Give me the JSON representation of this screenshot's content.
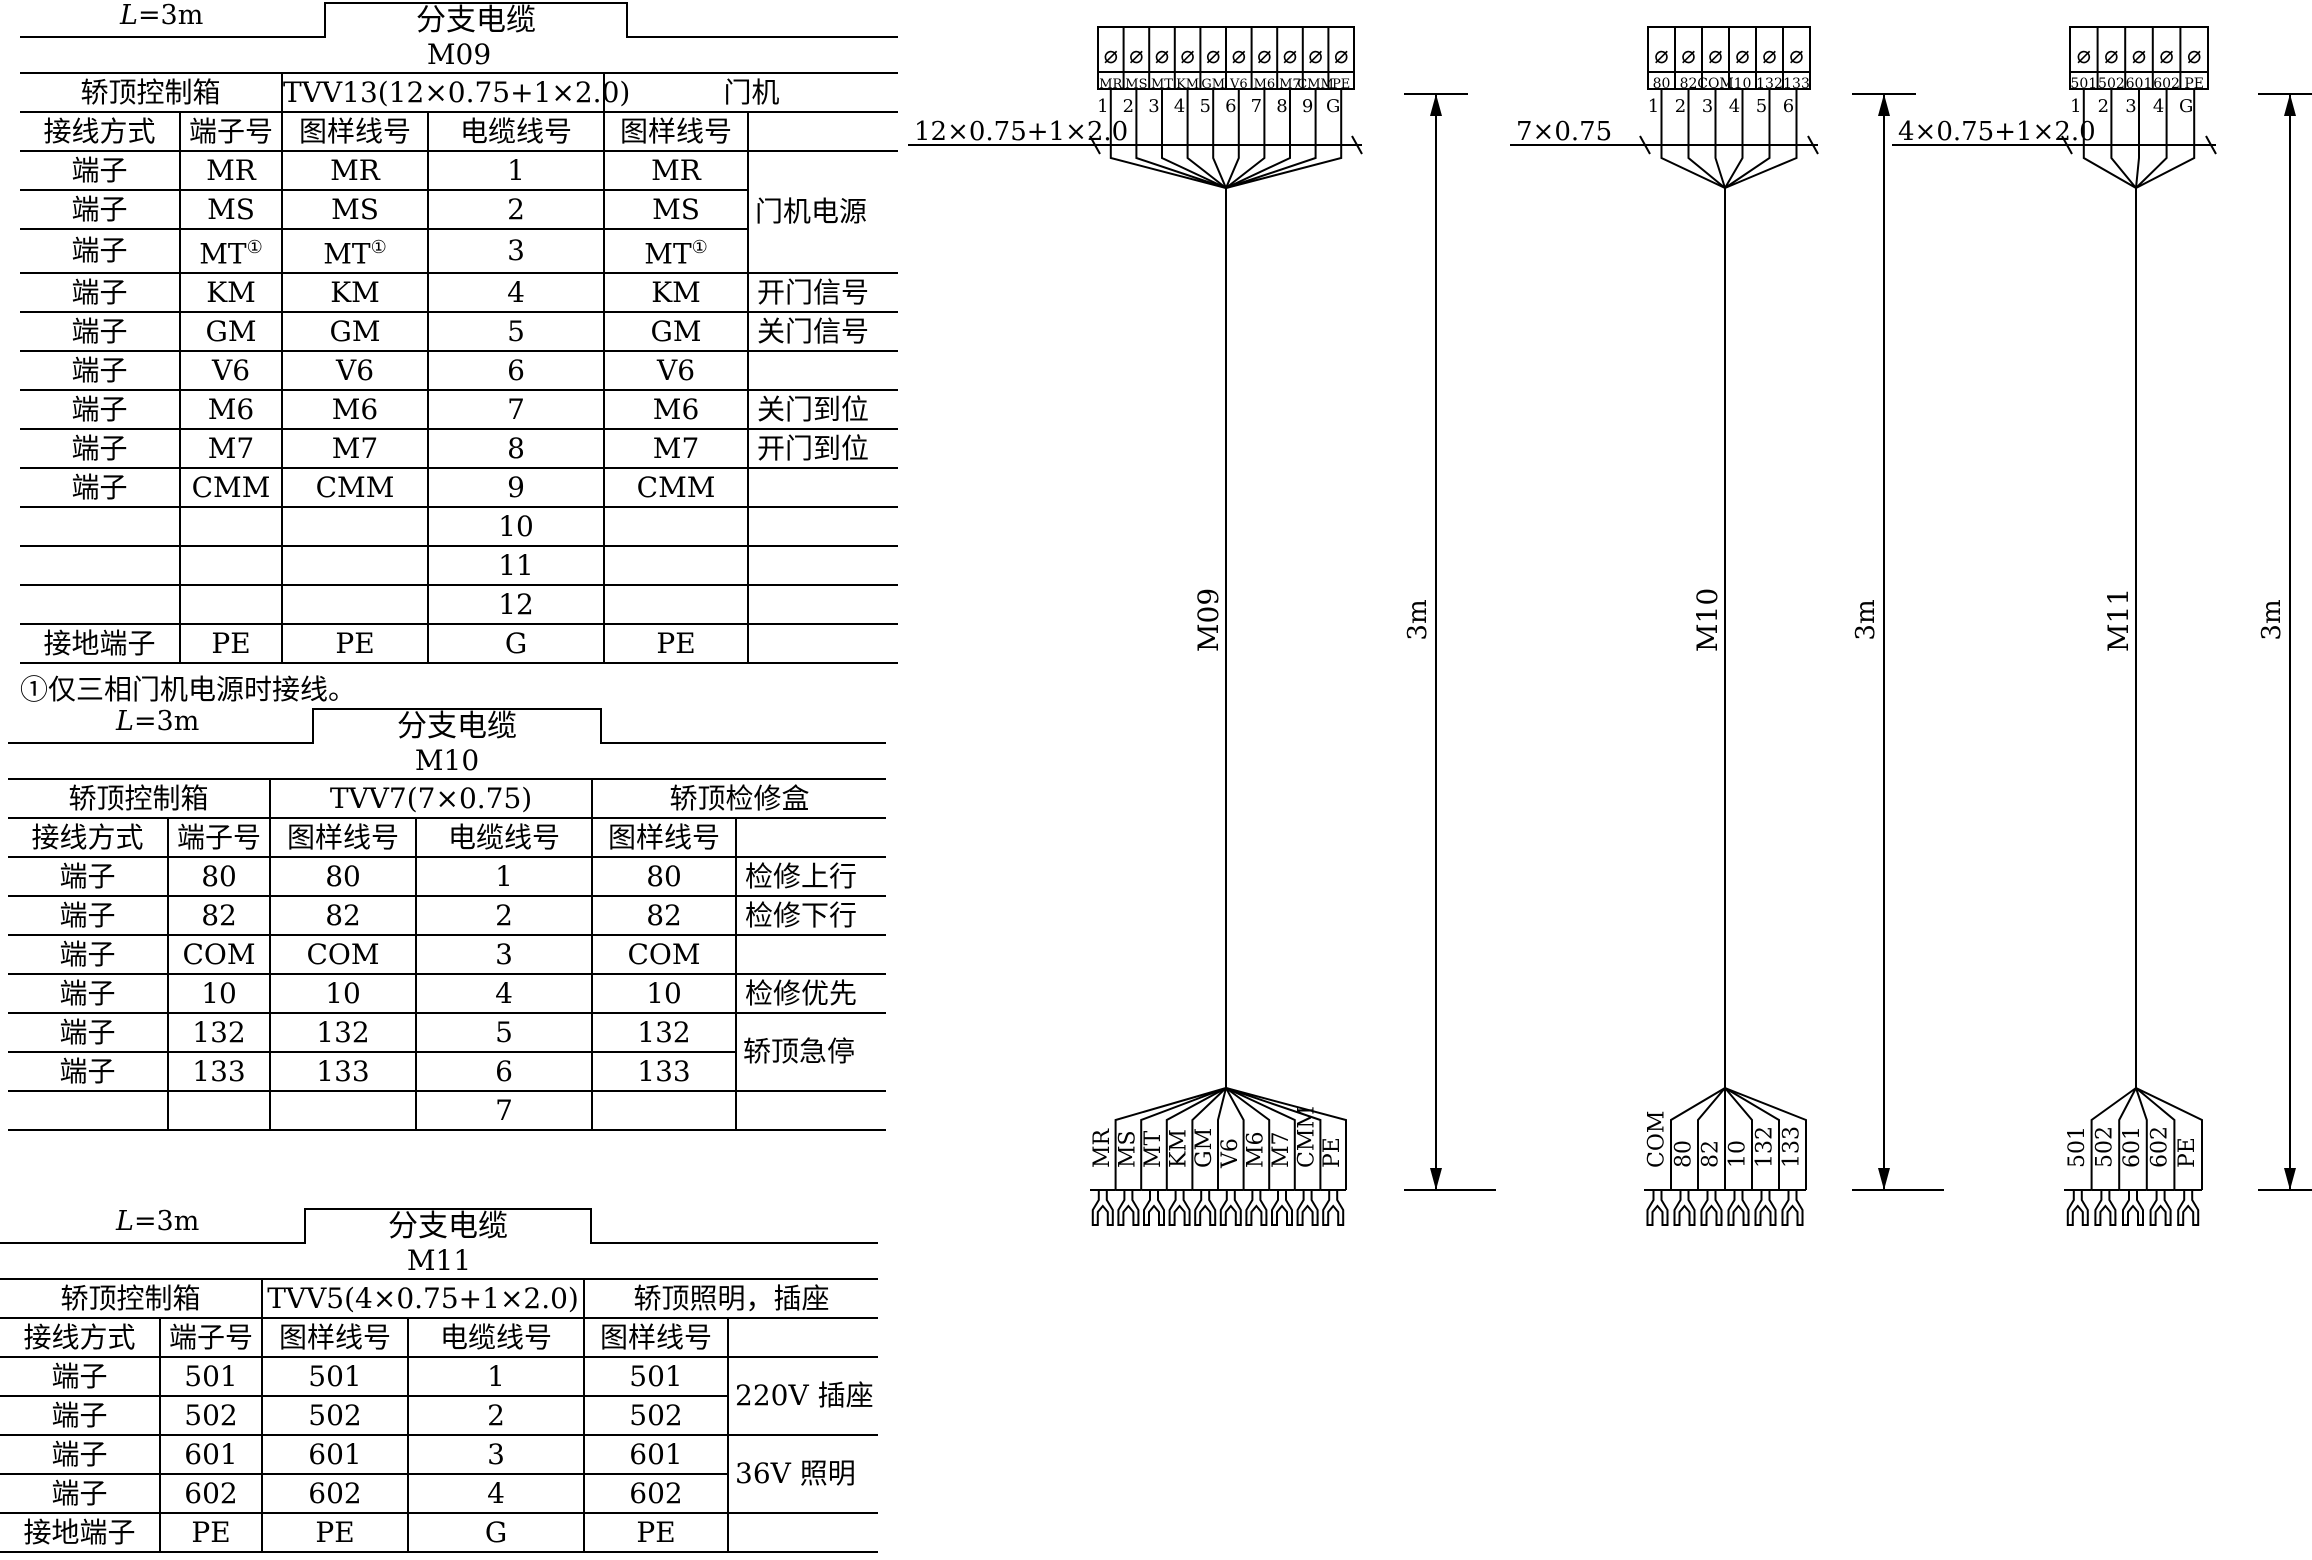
{
  "common": {
    "length_label": "L",
    "length_value": "=3m",
    "tab_title": "分支电缆",
    "col_method": "接线方式",
    "col_terminal": "端子号",
    "col_drawing": "图样线号",
    "col_cable": "电缆线号",
    "col_drawing2": "图样线号"
  },
  "m09": {
    "id": "M09",
    "left_group": "轿顶控制箱",
    "cable_spec": "TVV13(12×0.75+1×2.0)",
    "right_group": "门机",
    "rows": [
      {
        "method": "端子",
        "terminal": "MR",
        "drawing": "MR",
        "cable": "1",
        "drawing2": "MR",
        "func": ""
      },
      {
        "method": "端子",
        "terminal": "MS",
        "drawing": "MS",
        "cable": "2",
        "drawing2": "MS",
        "func": "门机电源"
      },
      {
        "method": "端子",
        "terminal": "MT",
        "drawing": "MT",
        "cable": "3",
        "drawing2": "MT",
        "func": ""
      },
      {
        "method": "端子",
        "terminal": "KM",
        "drawing": "KM",
        "cable": "4",
        "drawing2": "KM",
        "func": "开门信号"
      },
      {
        "method": "端子",
        "terminal": "GM",
        "drawing": "GM",
        "cable": "5",
        "drawing2": "GM",
        "func": "关门信号"
      },
      {
        "method": "端子",
        "terminal": "V6",
        "drawing": "V6",
        "cable": "6",
        "drawing2": "V6",
        "func": ""
      },
      {
        "method": "端子",
        "terminal": "M6",
        "drawing": "M6",
        "cable": "7",
        "drawing2": "M6",
        "func": "关门到位"
      },
      {
        "method": "端子",
        "terminal": "M7",
        "drawing": "M7",
        "cable": "8",
        "drawing2": "M7",
        "func": "开门到位"
      },
      {
        "method": "端子",
        "terminal": "CMM",
        "drawing": "CMM",
        "cable": "9",
        "drawing2": "CMM",
        "func": ""
      },
      {
        "method": "",
        "terminal": "",
        "drawing": "",
        "cable": "10",
        "drawing2": "",
        "func": ""
      },
      {
        "method": "",
        "terminal": "",
        "drawing": "",
        "cable": "11",
        "drawing2": "",
        "func": ""
      },
      {
        "method": "",
        "terminal": "",
        "drawing": "",
        "cable": "12",
        "drawing2": "",
        "func": ""
      },
      {
        "method": "接地端子",
        "terminal": "PE",
        "drawing": "PE",
        "cable": "G",
        "drawing2": "PE",
        "func": ""
      }
    ],
    "footnote_mark": "①",
    "footnote": "①仅三相门机电源时接线。"
  },
  "m10": {
    "id": "M10",
    "left_group": "轿顶控制箱",
    "cable_spec": "TVV7(7×0.75)",
    "right_group": "轿顶检修盒",
    "rows": [
      {
        "method": "端子",
        "terminal": "80",
        "drawing": "80",
        "cable": "1",
        "drawing2": "80"
      },
      {
        "method": "端子",
        "terminal": "82",
        "drawing": "82",
        "cable": "2",
        "drawing2": "82"
      },
      {
        "method": "端子",
        "terminal": "COM",
        "drawing": "COM",
        "cable": "3",
        "drawing2": "COM"
      },
      {
        "method": "端子",
        "terminal": "10",
        "drawing": "10",
        "cable": "4",
        "drawing2": "10"
      },
      {
        "method": "端子",
        "terminal": "132",
        "drawing": "132",
        "cable": "5",
        "drawing2": "132"
      },
      {
        "method": "端子",
        "terminal": "133",
        "drawing": "133",
        "cable": "6",
        "drawing2": "133"
      },
      {
        "method": "",
        "terminal": "",
        "drawing": "",
        "cable": "7",
        "drawing2": ""
      }
    ],
    "funcs": [
      "检修上行",
      "检修下行",
      "检修优先",
      "轿顶急停"
    ]
  },
  "m11": {
    "id": "M11",
    "left_group": "轿顶控制箱",
    "cable_spec": "TVV5(4×0.75+1×2.0)",
    "right_group": "轿顶照明，插座",
    "rows": [
      {
        "method": "端子",
        "terminal": "501",
        "drawing": "501",
        "cable": "1",
        "drawing2": "501"
      },
      {
        "method": "端子",
        "terminal": "502",
        "drawing": "502",
        "cable": "2",
        "drawing2": "502"
      },
      {
        "method": "端子",
        "terminal": "601",
        "drawing": "601",
        "cable": "3",
        "drawing2": "601"
      },
      {
        "method": "端子",
        "terminal": "602",
        "drawing": "602",
        "cable": "4",
        "drawing2": "602"
      },
      {
        "method": "接地端子",
        "terminal": "PE",
        "drawing": "PE",
        "cable": "G",
        "drawing2": "PE"
      }
    ],
    "funcs": [
      "220V 插座",
      "36V 照明"
    ]
  },
  "diagrams": {
    "terminal_symbol": "⌀",
    "length_dim": "3m",
    "m09": {
      "spec": "12×0.75+1×2.0",
      "cable_label": "M09",
      "top_labels": [
        "MR",
        "MS",
        "MT",
        "KM",
        "GM",
        "V6",
        "M6",
        "M7",
        "CMM",
        "PE"
      ],
      "top_numbers": [
        "1",
        "2",
        "3",
        "4",
        "5",
        "6",
        "7",
        "8",
        "9",
        "G"
      ],
      "bottom_labels": [
        "MR",
        "MS",
        "MT",
        "KM",
        "GM",
        "V6",
        "M6",
        "M7",
        "CMM",
        "PE"
      ]
    },
    "m10": {
      "spec": "7×0.75",
      "cable_label": "M10",
      "top_labels": [
        "80",
        "82",
        "COM",
        "10",
        "132",
        "133"
      ],
      "top_numbers": [
        "1",
        "2",
        "3",
        "4",
        "5",
        "6"
      ],
      "bottom_labels": [
        "COM",
        "80",
        "82",
        "10",
        "132",
        "133"
      ]
    },
    "m11": {
      "spec": "4×0.75+1×2.0",
      "cable_label": "M11",
      "top_labels": [
        "501",
        "502",
        "601",
        "602",
        "PE"
      ],
      "top_numbers": [
        "1",
        "2",
        "3",
        "4",
        "G"
      ],
      "bottom_labels": [
        "501",
        "502",
        "601",
        "602",
        "PE"
      ]
    }
  }
}
